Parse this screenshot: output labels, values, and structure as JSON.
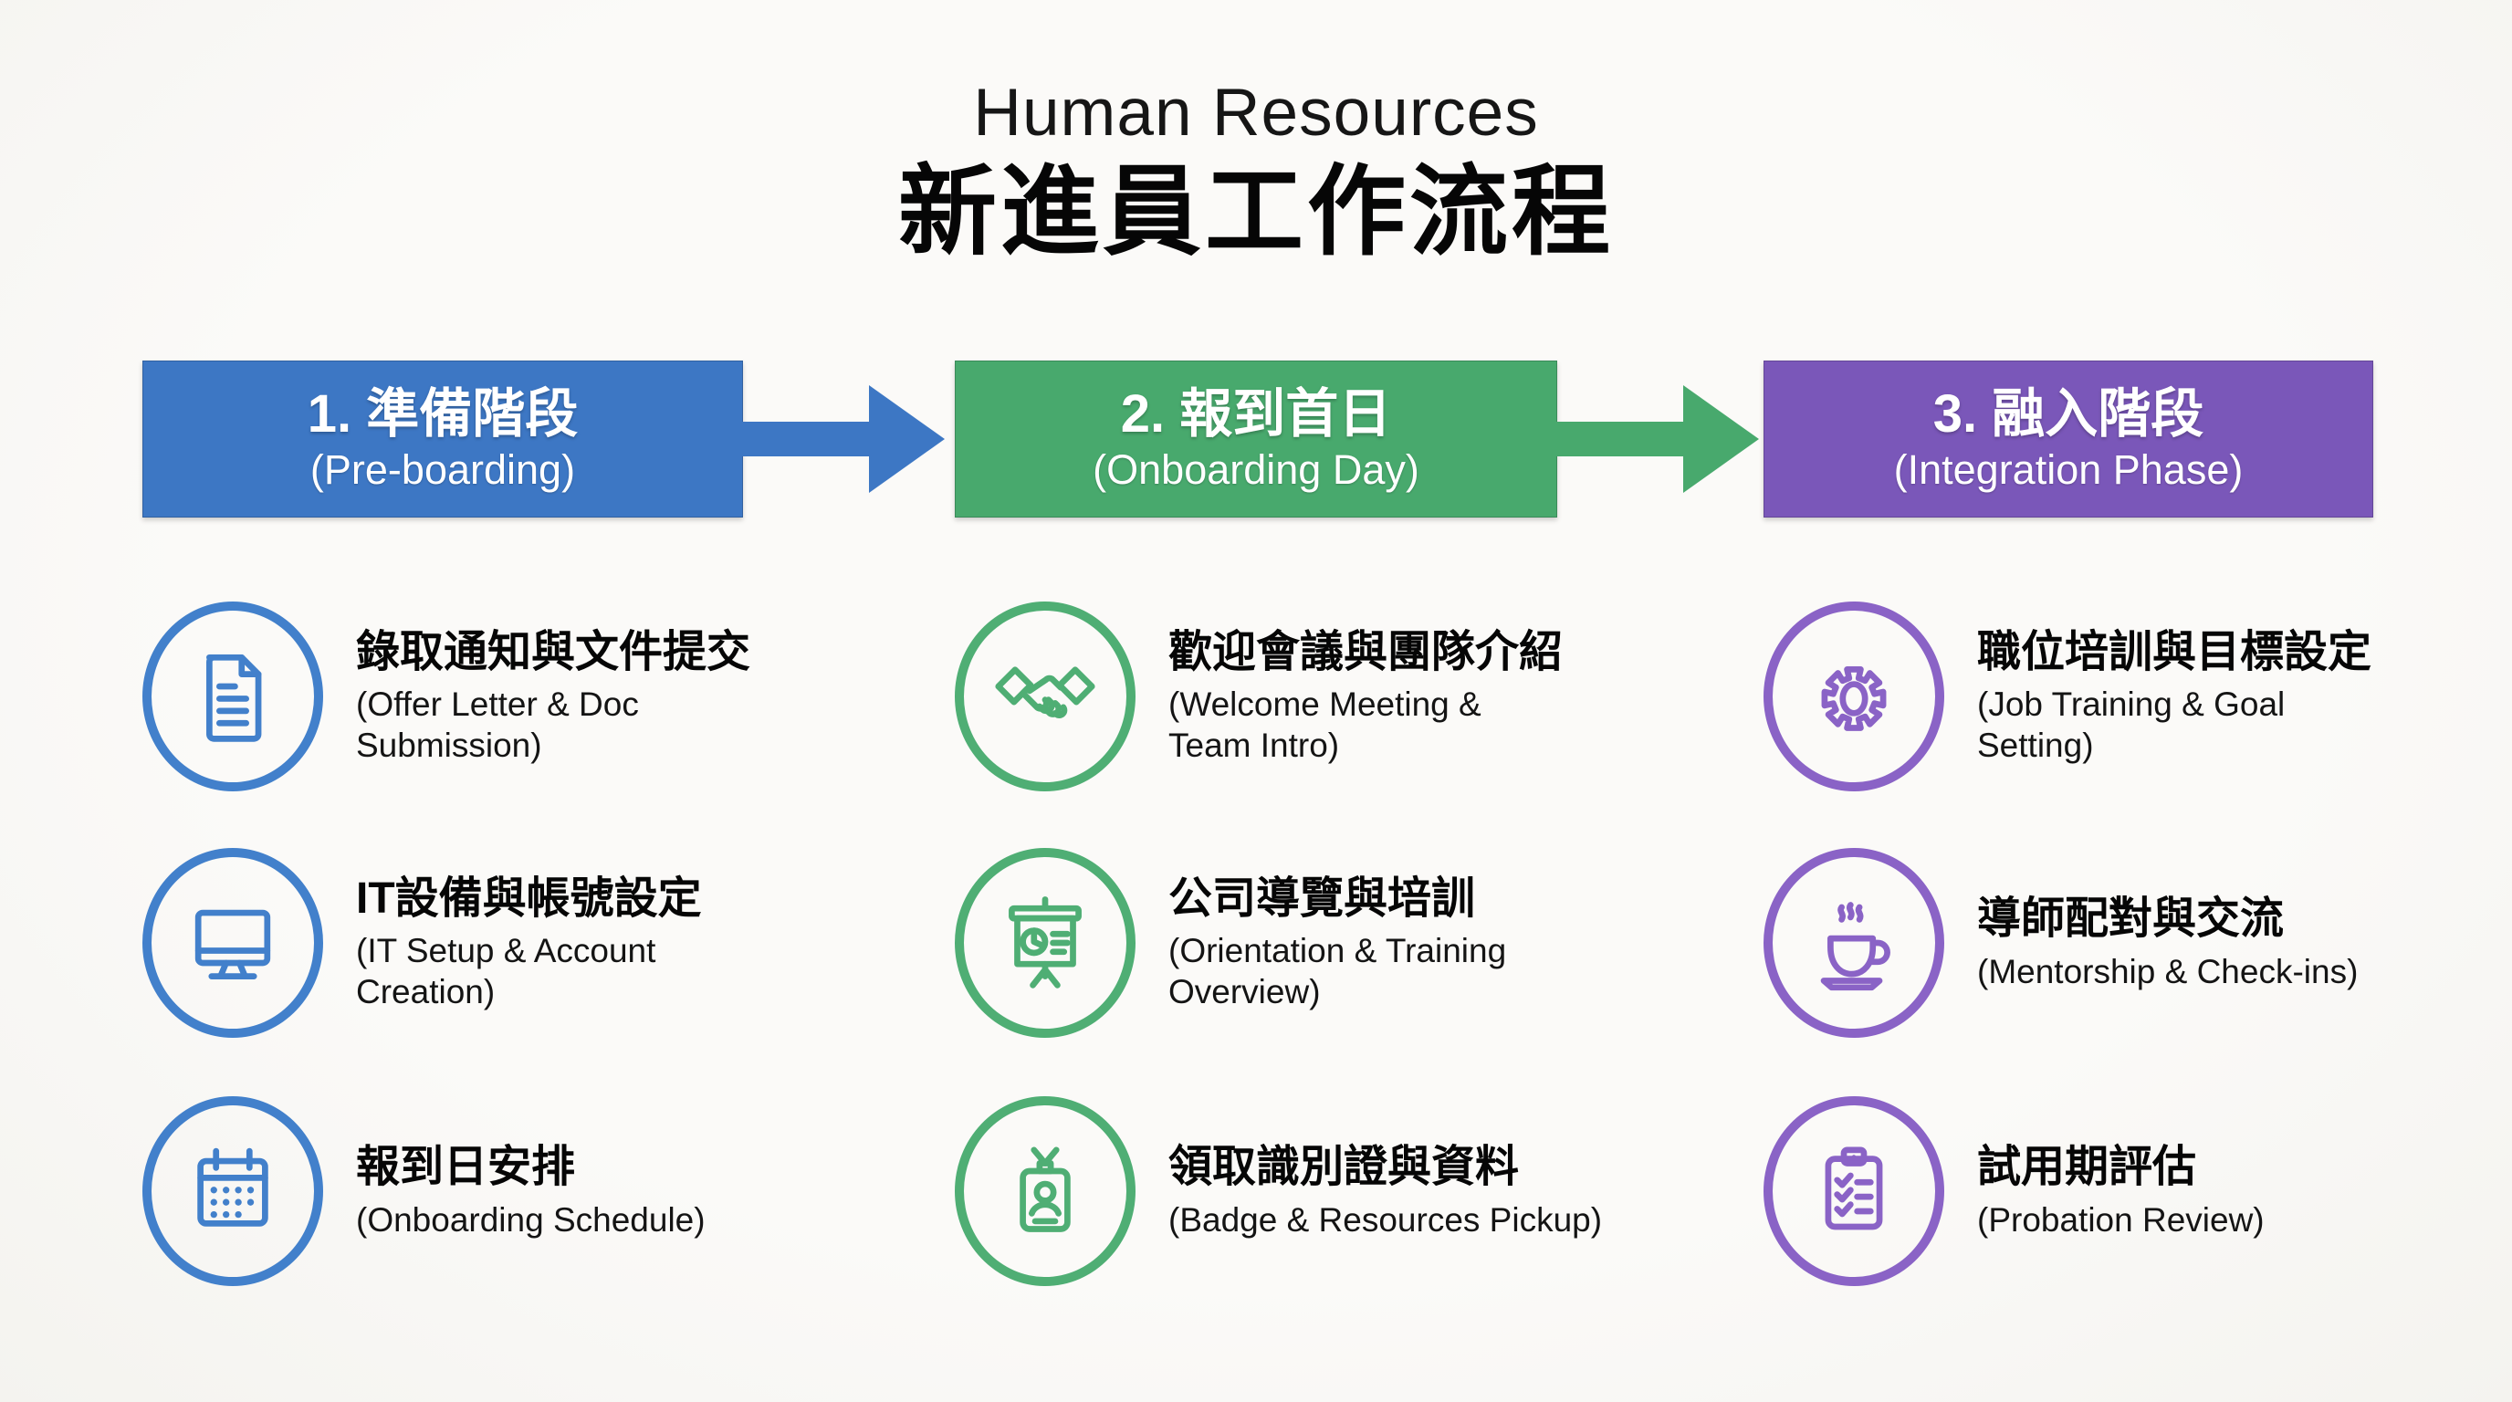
{
  "header": {
    "title": "Human Resources",
    "subtitle": "新進員工作流程"
  },
  "phases": [
    {
      "label": "1. 準備階段",
      "sub_label": "(Pre-boarding)",
      "color": "#3d77c4",
      "icon_color": "#4280cb",
      "items": [
        {
          "icon": "document-icon",
          "title": "錄取通知與文件提交",
          "subtitle": "(Offer Letter & Doc\nSubmission)"
        },
        {
          "icon": "monitor-icon",
          "title": "IT設備與帳號設定",
          "subtitle": "(IT Setup & Account\nCreation)"
        },
        {
          "icon": "calendar-icon",
          "title": "報到日安排",
          "subtitle": "(Onboarding Schedule)"
        }
      ]
    },
    {
      "label": "2. 報到首日",
      "sub_label": "(Onboarding Day)",
      "color": "#48a96d",
      "icon_color": "#4fae74",
      "items": [
        {
          "icon": "handshake-icon",
          "title": "歡迎會議與團隊介紹",
          "subtitle": "(Welcome Meeting &\nTeam Intro)"
        },
        {
          "icon": "presentation-icon",
          "title": "公司導覽與培訓",
          "subtitle": "(Orientation & Training\nOverview)"
        },
        {
          "icon": "badge-icon",
          "title": "領取識別證與資料",
          "subtitle": "(Badge & Resources Pickup)"
        }
      ]
    },
    {
      "label": "3. 融入階段",
      "sub_label": "(Integration Phase)",
      "color": "#7a57b9",
      "icon_color": "#8a63c6",
      "items": [
        {
          "icon": "gear-icon",
          "title": "職位培訓與目標設定",
          "subtitle": "(Job Training & Goal\nSetting)"
        },
        {
          "icon": "coffee-icon",
          "title": "導師配對與交流",
          "subtitle": "(Mentorship & Check-ins)"
        },
        {
          "icon": "clipboard-icon",
          "title": "試用期評估",
          "subtitle": "(Probation Review)"
        }
      ]
    }
  ]
}
